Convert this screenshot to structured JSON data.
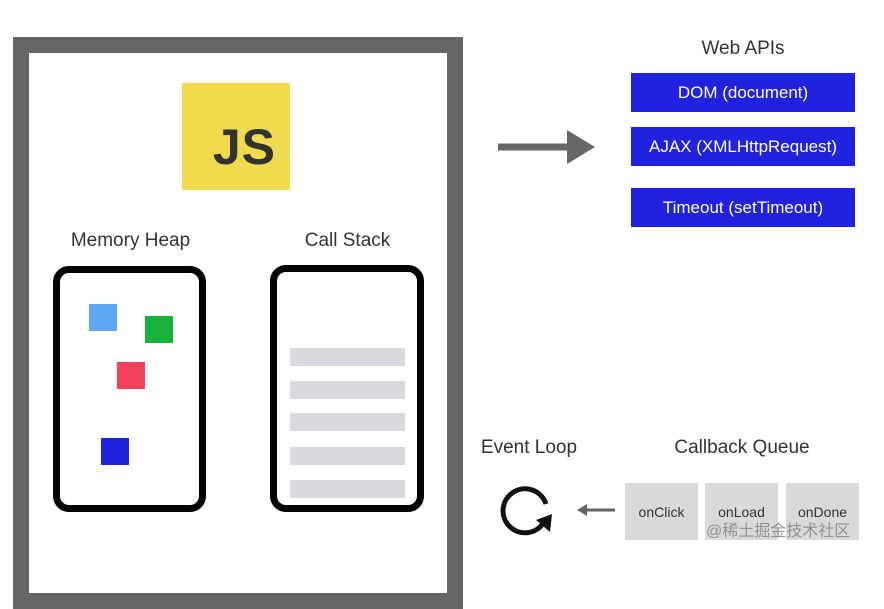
{
  "engine": {
    "logo": "JS",
    "memory_heap": "Memory Heap",
    "call_stack": "Call Stack",
    "heap_colors": [
      "#5ea8f5",
      "#16b33a",
      "#f0405a",
      "#2222dd"
    ],
    "stack_frames": 5
  },
  "web_apis": {
    "title": "Web APIs",
    "items": [
      "DOM (document)",
      "AJAX (XMLHttpRequest)",
      "Timeout (setTimeout)"
    ]
  },
  "event_loop": {
    "title": "Event Loop"
  },
  "callback_queue": {
    "title": "Callback Queue",
    "items": [
      "onClick",
      "onLoad",
      "onDone"
    ]
  },
  "watermark": "@稀土掘金技术社区"
}
